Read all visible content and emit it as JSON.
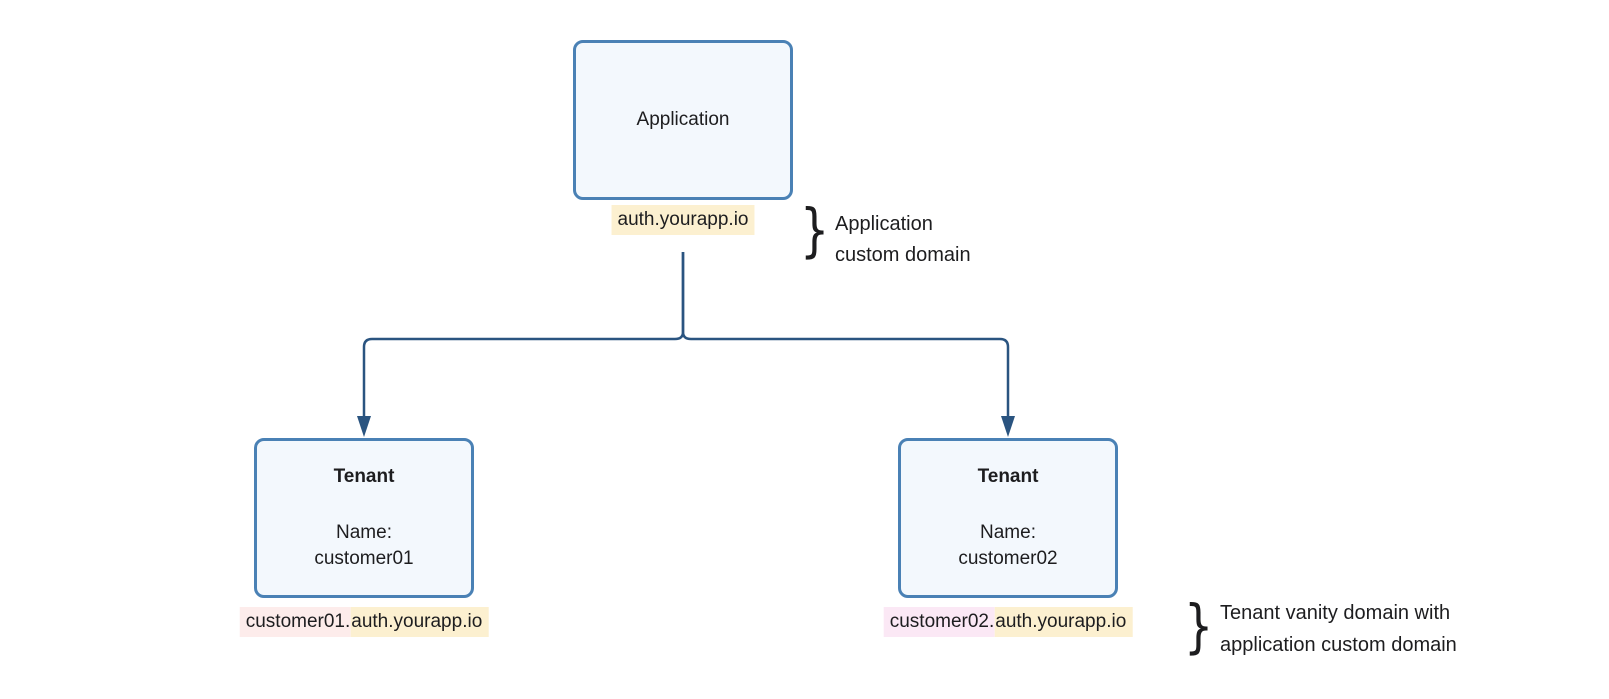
{
  "colors": {
    "background": "#ffffff",
    "node_border": "#4a81b5",
    "node_fill": "#f3f8fd",
    "connector": "#2a5480",
    "text": "#1d1d1f",
    "hl_yellow": "#fcf0d0",
    "hl_pink_left": "#fdeceb",
    "hl_pink_right": "#fbe8f5"
  },
  "nodes": {
    "application": {
      "title": "Application"
    },
    "tenant1": {
      "title": "Tenant",
      "field_label": "Name:",
      "field_value": "customer01"
    },
    "tenant2": {
      "title": "Tenant",
      "field_label": "Name:",
      "field_value": "customer02"
    }
  },
  "domain_labels": {
    "application": {
      "domain": "auth.yourapp.io"
    },
    "tenant1": {
      "subdomain": "customer01.",
      "domain": "auth.yourapp.io"
    },
    "tenant2": {
      "subdomain": "customer02.",
      "domain": "auth.yourapp.io"
    }
  },
  "annotations": {
    "brace_char": "}",
    "application": {
      "line1": "Application",
      "line2": "custom domain"
    },
    "tenant": {
      "line1": "Tenant vanity domain with",
      "line2": "application custom domain"
    }
  }
}
